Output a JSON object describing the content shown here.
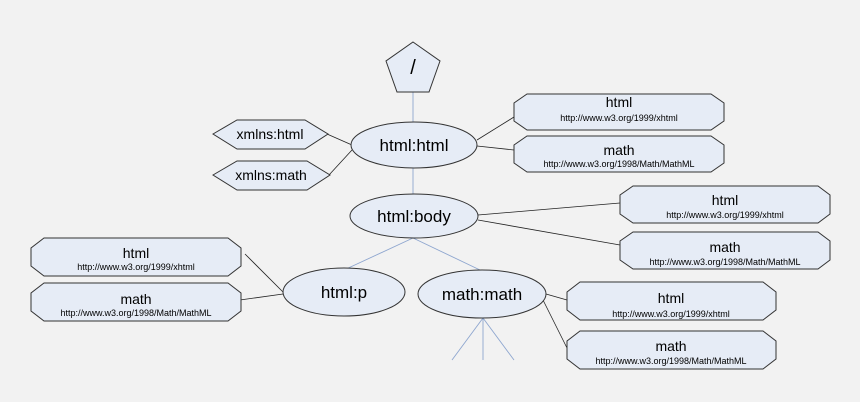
{
  "root": {
    "label": "/"
  },
  "elements": [
    {
      "id": "html-html",
      "label": "html:html"
    },
    {
      "id": "html-body",
      "label": "html:body"
    },
    {
      "id": "html-p",
      "label": "html:p"
    },
    {
      "id": "math-math",
      "label": "math:math"
    }
  ],
  "attributes": [
    {
      "label": "xmlns:html"
    },
    {
      "label": "xmlns:math"
    }
  ],
  "namespaces": [
    {
      "group": "html-html",
      "prefix": "html",
      "uri": "http://www.w3.org/1999/xhtml"
    },
    {
      "group": "html-html",
      "prefix": "math",
      "uri": "http://www.w3.org/1998/Math/MathML"
    },
    {
      "group": "html-body",
      "prefix": "html",
      "uri": "http://www.w3.org/1999/xhtml"
    },
    {
      "group": "html-body",
      "prefix": "math",
      "uri": "http://www.w3.org/1998/Math/MathML"
    },
    {
      "group": "html-p",
      "prefix": "html",
      "uri": "http://www.w3.org/1999/xhtml"
    },
    {
      "group": "html-p",
      "prefix": "math",
      "uri": "http://www.w3.org/1998/Math/MathML"
    },
    {
      "group": "math-math",
      "prefix": "html",
      "uri": "http://www.w3.org/1999/xhtml"
    },
    {
      "group": "math-math",
      "prefix": "math",
      "uri": "http://www.w3.org/1998/Math/MathML"
    }
  ],
  "colors": {
    "node_fill": "#e6ecf6",
    "node_stroke": "#333333",
    "background": "#f2f2f2",
    "tree_edge": "#8ea6cf"
  }
}
